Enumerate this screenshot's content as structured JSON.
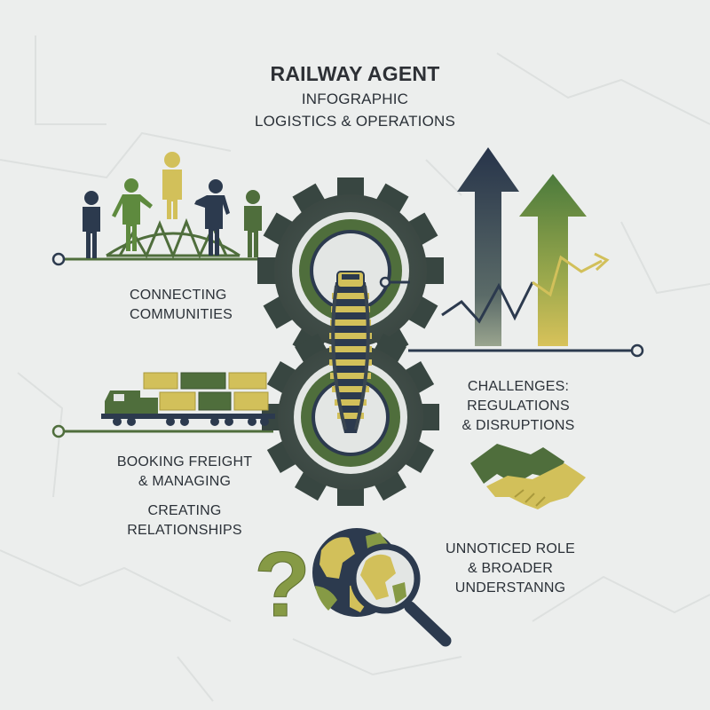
{
  "title": {
    "line1": "RAILWAY AGENT",
    "line2": "INFOGRAPHIC",
    "line3": "LOGISTICS & OPERATIONS"
  },
  "labels": {
    "connecting": [
      "CONNECTING",
      "COMMUNITIES"
    ],
    "booking": [
      "BOOKING FREIGHT",
      "& MANAGING"
    ],
    "creating": [
      "CREATING",
      "RELATIONSHIPS"
    ],
    "challenges": [
      "CHALLENGES:",
      "REGULATIONS",
      "& DISRUPTIONS"
    ],
    "unnoticed": [
      "UNNOTICED ROLE",
      "& BROADER",
      "UNDERSTANNG"
    ]
  },
  "question_mark": "?",
  "icons": {
    "people": "people-group-icon",
    "bridge": "truss-bridge-icon",
    "gear": "gear-icon",
    "track": "railway-track-icon",
    "train": "freight-train-icon",
    "arrows": "growth-arrows-icon",
    "trend": "trend-line-icon",
    "handshake": "handshake-icon",
    "globe": "globe-icon",
    "magnifier": "magnifying-glass-icon",
    "question": "question-mark-icon"
  },
  "colors": {
    "background": "#eceeed",
    "navy": "#2c3a4e",
    "green": "#4f6e3c",
    "olive": "#869a45",
    "gold": "#d2c05a",
    "text": "#2b3138"
  }
}
